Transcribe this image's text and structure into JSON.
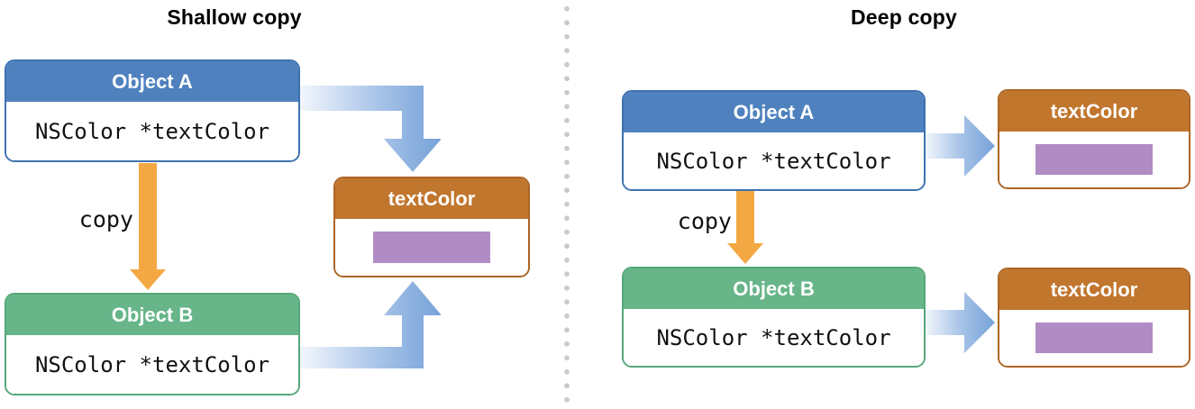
{
  "diagram": {
    "shallow": {
      "title": "Shallow copy",
      "objectA": {
        "header": "Object A",
        "field": "NSColor *textColor"
      },
      "objectB": {
        "header": "Object B",
        "field": "NSColor *textColor"
      },
      "copyLabel": "copy",
      "textColorBox": {
        "header": "textColor"
      }
    },
    "deep": {
      "title": "Deep copy",
      "objectA": {
        "header": "Object A",
        "field": "NSColor *textColor"
      },
      "objectB": {
        "header": "Object B",
        "field": "NSColor *textColor"
      },
      "copyLabel": "copy",
      "textColorBoxA": {
        "header": "textColor"
      },
      "textColorBoxB": {
        "header": "textColor"
      }
    },
    "colors": {
      "blueHeader": "#4E81BE",
      "blueBorder": "#3E72AF",
      "greenHeader": "#67B589",
      "greenBorder": "#55A87A",
      "orangeHeader": "#C1762E",
      "orangeBorder": "#AD6524",
      "swatchPurple": "#B18CC4",
      "copyArrowOrange": "#F4A843",
      "pointerArrowLight": "#F2F6FC",
      "pointerArrowMid": "#A8C4E8",
      "pointerArrowDark": "#76A2D8",
      "dividerDot": "#CACACA"
    }
  }
}
